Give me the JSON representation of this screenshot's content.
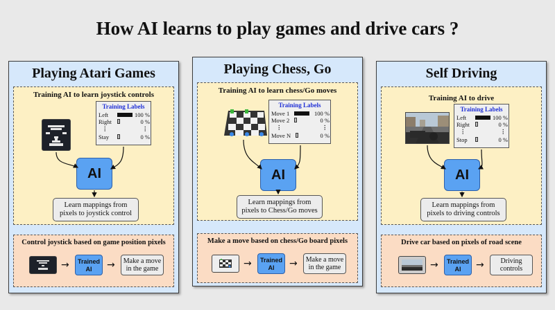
{
  "title": "How AI learns to play games and drive cars ?",
  "colors": {
    "panel": "#d6e8fb",
    "train_box": "#fdf0c4",
    "play_box": "#fbdcc4",
    "ai_box": "#5aa2f2",
    "labels_heading": "#1f2fd6"
  },
  "panels": [
    {
      "title": "Playing Atari Games",
      "train_title": "Training AI to learn joystick controls",
      "labels_title": "Training Labels",
      "labels": [
        {
          "name": "Left",
          "value": "100 %",
          "fraction": 1.0
        },
        {
          "name": "Right",
          "value": "0 %",
          "fraction": 0
        },
        {
          "name": "Stay",
          "value": "0 %",
          "fraction": 0
        }
      ],
      "ai_label": "AI",
      "learn_line1": "Learn mappings from",
      "learn_line2": "pixels to joystick control",
      "play_title": "Control joystick based on game position pixels",
      "trained_line1": "Trained",
      "trained_line2": "AI",
      "output_line1": "Make a move",
      "output_line2": "in the game"
    },
    {
      "title": "Playing Chess, Go",
      "train_title": "Training AI to learn chess/Go moves",
      "labels_title": "Training Labels",
      "labels": [
        {
          "name": "Move 1",
          "value": "100 %",
          "fraction": 1.0
        },
        {
          "name": "Move 2",
          "value": "0 %",
          "fraction": 0
        },
        {
          "name": "Move N",
          "value": "0 %",
          "fraction": 0
        }
      ],
      "ai_label": "AI",
      "learn_line1": "Learn mappings from",
      "learn_line2": "pixels to Chess/Go moves",
      "play_title": "Make a move based on chess/Go board pixels",
      "trained_line1": "Trained",
      "trained_line2": "AI",
      "output_line1": "Make a move",
      "output_line2": "in the game"
    },
    {
      "title": "Self Driving",
      "train_title": "Training AI to drive",
      "labels_title": "Training Labels",
      "labels": [
        {
          "name": "Left",
          "value": "100 %",
          "fraction": 1.0
        },
        {
          "name": "Right",
          "value": "0 %",
          "fraction": 0
        },
        {
          "name": "Stop",
          "value": "0 %",
          "fraction": 0
        }
      ],
      "ai_label": "AI",
      "learn_line1": "Learn mappings from",
      "learn_line2": "pixels to driving controls",
      "play_title": "Drive car based on pixels of road scene",
      "trained_line1": "Trained",
      "trained_line2": "AI",
      "output_line1": "Driving",
      "output_line2": "controls"
    }
  ]
}
